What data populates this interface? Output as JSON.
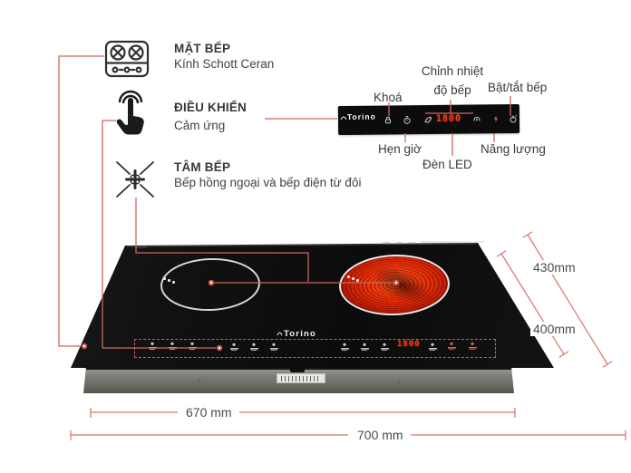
{
  "features": [
    {
      "title": "MẶT BẾP",
      "subtitle": "Kính Schott Ceran",
      "icon": "stove-icon"
    },
    {
      "title": "ĐIỀU KHIỂN",
      "subtitle": "Cảm ứng",
      "icon": "touch-icon"
    },
    {
      "title": "TÂM BẾP",
      "subtitle": "Bếp hồng ngoại và bếp điện từ đôi",
      "icon": "burner-icon"
    }
  ],
  "control_panel": {
    "brand": "Torino",
    "display_value": "1800",
    "labels": {
      "lock": "Khoá",
      "temp_line1": "Chỉnh nhiệt",
      "temp_line2": "độ bếp",
      "power": "Bật/tắt bếp",
      "timer": "Hẹn giờ",
      "led": "Đèn LED",
      "energy": "Năng lượng"
    },
    "icons": [
      "lock-icon",
      "timer-icon",
      "mode-icon",
      "led-display",
      "fan-icon",
      "energy-icon",
      "power-icon"
    ]
  },
  "cooktop": {
    "brand": "Torino",
    "display_value": "1800"
  },
  "dimensions": {
    "glass_depth": "430mm",
    "cutout_depth": "400mm",
    "cutout_width": "670 mm",
    "glass_width": "700 mm"
  },
  "colors": {
    "accent_line": "#c9685c",
    "dimension_line": "#d4776b",
    "led_display": "#ee3a18",
    "heat_glow": "#e62d08",
    "glass_black": "#0c0c0c"
  }
}
